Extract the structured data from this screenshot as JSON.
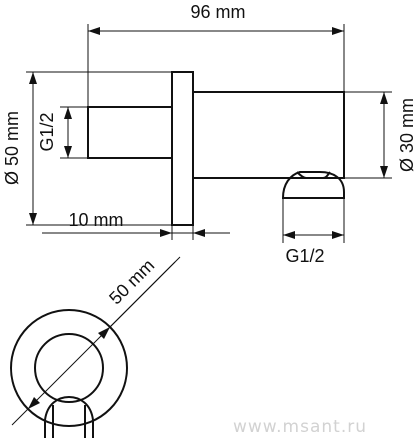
{
  "labels": {
    "overall_length": "96 mm",
    "flange_diameter": "Ø 50 mm",
    "inlet_thread": "G1/2",
    "flange_thickness": "10 mm",
    "body_diameter": "Ø 30 mm",
    "outlet_thread": "G1/2",
    "front_diameter": "50 mm"
  },
  "watermark": "www.msant.ru",
  "colors": {
    "line": "#111111",
    "watermark": "#d2d2d2",
    "background": "#ffffff"
  }
}
